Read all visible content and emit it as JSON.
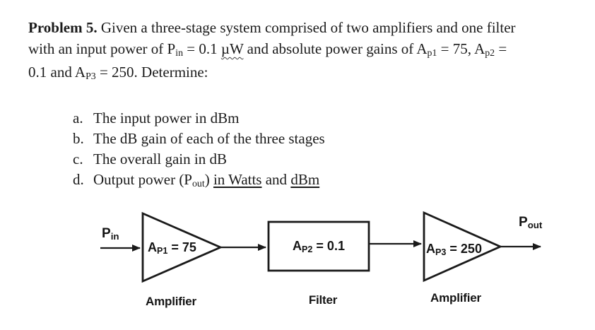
{
  "statement": {
    "line1": {
      "bold": "Problem 5.",
      "rest": " Given a three-stage system comprised of two amplifiers and one filter"
    },
    "line2": {
      "t1": "with an input power of P",
      "sub1": "in",
      "t2": " = 0.1 ",
      "misspelled": "µW",
      "t3": " and absolute power gains of A",
      "sub2": "p1",
      "t4": " = 75, A",
      "sub3": "p2",
      "t5": " ="
    },
    "line3": {
      "t1": "0.1 and A",
      "sub1": "P3",
      "t2": " = 250. Determine:"
    }
  },
  "list": {
    "items": [
      {
        "letter": "a.",
        "text": "The input power in dBm"
      },
      {
        "letter": "b.",
        "text": "The dB gain of each of the three stages"
      },
      {
        "letter": "c.",
        "text": "The overall gain in dB"
      },
      {
        "letter": "d."
      }
    ],
    "item_d": {
      "t1": "Output power (P",
      "sub": "out",
      "t2": ") ",
      "u1": "in Watts",
      "t3": " and ",
      "u2": "dBm"
    }
  },
  "diagram": {
    "input_label": {
      "main": "P",
      "sub": "in"
    },
    "output_label": {
      "main": "P",
      "sub": "out"
    },
    "stage1": {
      "main": "A",
      "sub": "P1",
      "value": " = 75",
      "caption": "Amplifier"
    },
    "stage2": {
      "main": "A",
      "sub": "P2",
      "value": " = 0.1",
      "caption": "Filter"
    },
    "stage3": {
      "main": "A",
      "sub": "P3",
      "value": " = 250",
      "caption": "Amplifier"
    },
    "stroke_color": "#1a1a1a"
  }
}
